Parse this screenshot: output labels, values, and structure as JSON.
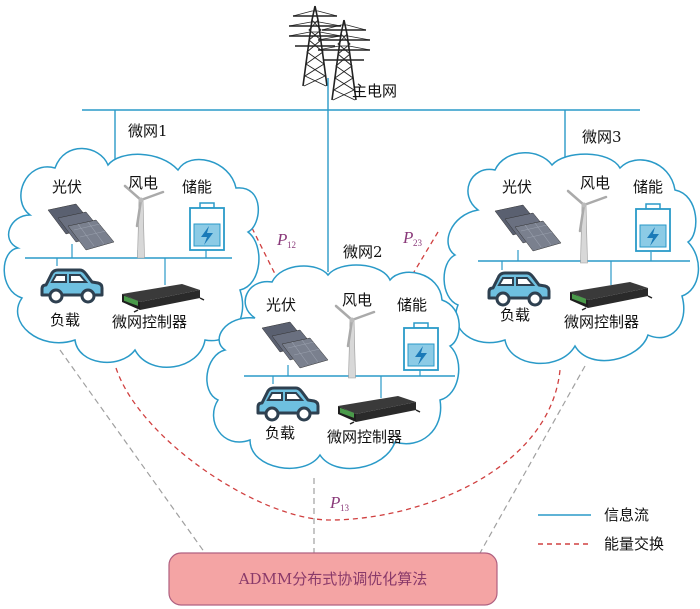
{
  "main_grid": {
    "label": "主电网"
  },
  "microgrids": [
    {
      "name": "微网1",
      "pv": "光伏",
      "wind": "风电",
      "storage": "储能",
      "load": "负载",
      "controller": "微网控制器"
    },
    {
      "name": "微网2",
      "pv": "光伏",
      "wind": "风电",
      "storage": "储能",
      "load": "负载",
      "controller": "微网控制器"
    },
    {
      "name": "微网3",
      "pv": "光伏",
      "wind": "风电",
      "storage": "储能",
      "load": "负载",
      "controller": "微网控制器"
    }
  ],
  "power_exchange": [
    {
      "symbol": "P",
      "subscript": "12"
    },
    {
      "symbol": "P",
      "subscript": "23"
    },
    {
      "symbol": "P",
      "subscript": "13"
    }
  ],
  "algorithm": {
    "label": "ADMM分布式协调优化算法"
  },
  "legend": [
    {
      "label": "信息流",
      "style": "solid",
      "color": "#2a9ac8"
    },
    {
      "label": "能量交换",
      "style": "dashed",
      "color": "#d04040"
    }
  ],
  "colors": {
    "info_line": "#2a9ac8",
    "energy_line": "#d04040",
    "control_line": "#a0a0a0",
    "algorithm_fill": "#f4a4a4",
    "algorithm_border": "#b06080",
    "icon_blue": "#6ec0e0"
  }
}
